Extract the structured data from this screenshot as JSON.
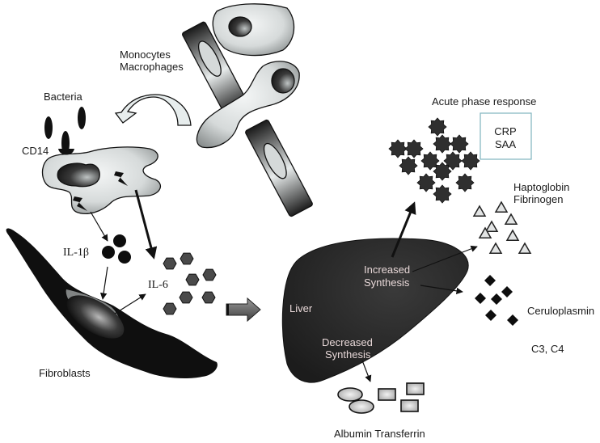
{
  "diagram": {
    "title": "Inflammatory cytokine cascade and the hepatic acute phase response",
    "labels": {
      "monocytes": "Monocytes",
      "macrophages": "Macrophages",
      "bacteria": "Bacteria",
      "cd14": "CD14",
      "il1b": "IL-1β",
      "il6": "IL-6",
      "fibroblasts": "Fibroblasts",
      "liver": "Liver",
      "increased_line1": "Increased",
      "increased_line2": "Synthesis",
      "decreased_line1": "Decreased",
      "decreased_line2": "Synthesis",
      "acute_phase": "Acute phase response",
      "crp": "CRP",
      "saa": "SAA",
      "haptoglobin": "Haptoglobin",
      "fibrinogen": "Fibrinogen",
      "ceruloplasmin": "Ceruloplasmin",
      "c3c4": "C3, C4",
      "albumin_transferrin": "Albumin Transferrin"
    },
    "nodes": [
      {
        "id": "monocytes-macrophages",
        "label": "Monocytes / Macrophages",
        "shape": "cells"
      },
      {
        "id": "bacteria",
        "label": "Bacteria",
        "shape": "rods",
        "count": 3
      },
      {
        "id": "activated-macrophage",
        "label": "CD14-bearing macrophage",
        "shape": "cell"
      },
      {
        "id": "il1b",
        "label": "IL-1β",
        "shape": "circle",
        "count": 3
      },
      {
        "id": "il6",
        "label": "IL-6",
        "shape": "hexagon",
        "count": 7
      },
      {
        "id": "fibroblast",
        "label": "Fibroblasts",
        "shape": "spindle-cell"
      },
      {
        "id": "liver",
        "label": "Liver",
        "shape": "organ"
      },
      {
        "id": "crp-saa",
        "label": "CRP, SAA",
        "shape": "star",
        "count": 14
      },
      {
        "id": "haptoglobin-fibrinogen",
        "label": "Haptoglobin, Fibrinogen",
        "shape": "triangle",
        "count": 8
      },
      {
        "id": "ceruloplasmin",
        "label": "Ceruloplasmin",
        "shape": "diamond",
        "count": 6
      },
      {
        "id": "c3-c4",
        "label": "C3, C4",
        "shape": "none"
      },
      {
        "id": "albumin-transferrin",
        "label": "Albumin Transferrin",
        "shape": "ellipse+rect",
        "count": 5
      }
    ],
    "edges": [
      {
        "from": "monocytes-macrophages",
        "to": "activated-macrophage",
        "style": "curved-hollow"
      },
      {
        "from": "activated-macrophage",
        "to": "il1b",
        "style": "thin"
      },
      {
        "from": "activated-macrophage",
        "to": "il6",
        "style": "thick"
      },
      {
        "from": "il1b",
        "to": "fibroblast",
        "style": "thin"
      },
      {
        "from": "fibroblast",
        "to": "il6",
        "style": "thin"
      },
      {
        "from": "il6",
        "to": "liver",
        "style": "block-arrow"
      },
      {
        "from": "liver",
        "to": "crp-saa",
        "style": "thick",
        "label": "Increased Synthesis"
      },
      {
        "from": "liver",
        "to": "haptoglobin-fibrinogen",
        "style": "thin",
        "label": "Increased Synthesis"
      },
      {
        "from": "liver",
        "to": "ceruloplasmin",
        "style": "thin",
        "label": "Increased Synthesis"
      },
      {
        "from": "liver",
        "to": "albumin-transferrin",
        "style": "thin",
        "label": "Decreased Synthesis"
      }
    ],
    "colors": {
      "ink": "#111111",
      "cell_fill": "#d8dcdc",
      "liver_fill": "#2b2b2b",
      "box_stroke": "#7fb3bf",
      "inverse_text": "#e8d8d8"
    }
  }
}
